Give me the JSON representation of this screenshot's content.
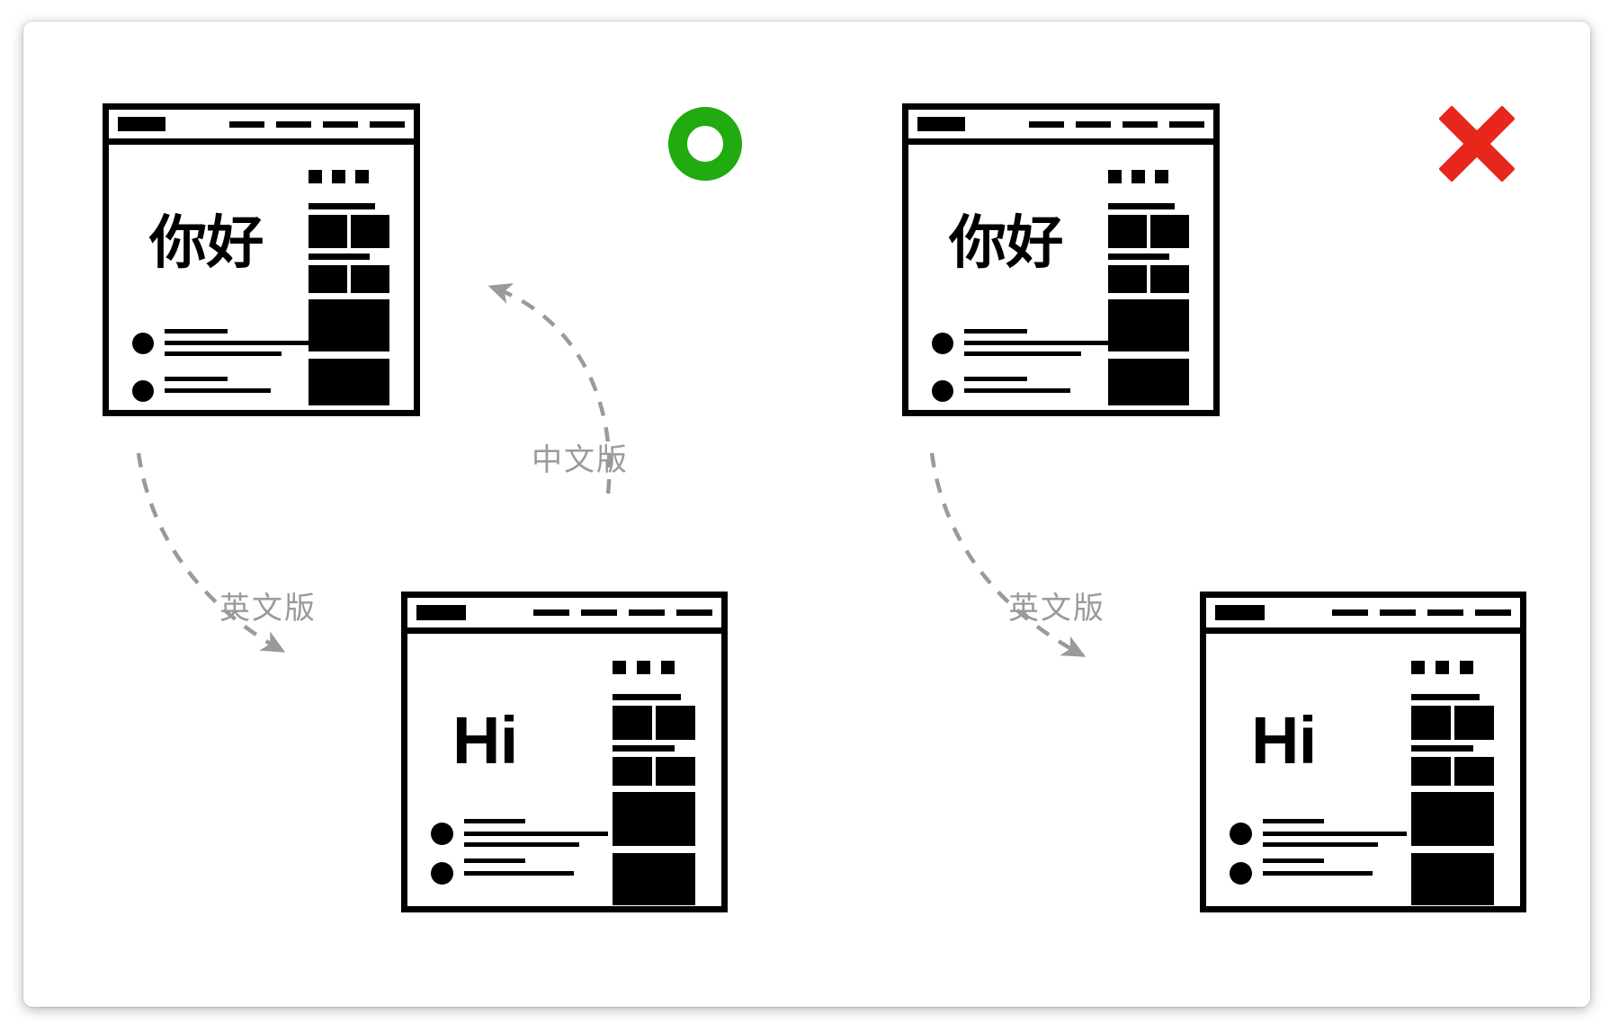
{
  "canvas": {
    "background": "#ffffff",
    "border_radius": 10
  },
  "colors": {
    "ink": "#000000",
    "ok_green": "#22aa11",
    "bad_red": "#e8271c",
    "arrow_gray": "#9a9a9a",
    "label_gray": "#9a9a9a"
  },
  "marks": [
    {
      "id": "ok",
      "kind": "circle-outline-icon",
      "color": "#22aa11",
      "meaning": "correct"
    },
    {
      "id": "bad",
      "kind": "cross-icon",
      "color": "#e8271c",
      "meaning": "incorrect"
    }
  ],
  "windows": [
    {
      "id": "left-source",
      "greeting": "你好",
      "script": "cjk",
      "titlebar": {
        "logo": "",
        "tabs": [
          "",
          "",
          "",
          ""
        ]
      },
      "rail": {
        "dots": 3,
        "pairs": 2,
        "blocks": 2
      },
      "bullets": [
        {
          "lines": 3
        },
        {
          "lines": 2
        }
      ]
    },
    {
      "id": "left-target",
      "greeting": "Hi",
      "script": "latin",
      "titlebar": {
        "logo": "",
        "tabs": [
          "",
          "",
          "",
          ""
        ]
      },
      "rail": {
        "dots": 3,
        "pairs": 2,
        "blocks": 2
      },
      "bullets": [
        {
          "lines": 3
        },
        {
          "lines": 2
        }
      ]
    },
    {
      "id": "right-source",
      "greeting": "你好",
      "script": "cjk",
      "titlebar": {
        "logo": "",
        "tabs": [
          "",
          "",
          "",
          ""
        ]
      },
      "rail": {
        "dots": 3,
        "pairs": 2,
        "blocks": 2
      },
      "bullets": [
        {
          "lines": 3
        },
        {
          "lines": 2
        }
      ]
    },
    {
      "id": "right-target",
      "greeting": "Hi",
      "script": "latin",
      "titlebar": {
        "logo": "",
        "tabs": [
          "",
          "",
          "",
          ""
        ]
      },
      "rail": {
        "dots": 3,
        "pairs": 2,
        "blocks": 2
      },
      "bullets": [
        {
          "lines": 3
        },
        {
          "lines": 2
        }
      ]
    }
  ],
  "arrows": {
    "left_down": {
      "label": "英文版",
      "from": "left-source",
      "to": "left-target"
    },
    "left_up": {
      "label": "中文版",
      "from": "left-target",
      "to": "left-source"
    },
    "right_down": {
      "label": "英文版",
      "from": "right-source",
      "to": "right-target"
    }
  },
  "labels": {
    "chinese_version": "中文版",
    "english_version": "英文版"
  }
}
